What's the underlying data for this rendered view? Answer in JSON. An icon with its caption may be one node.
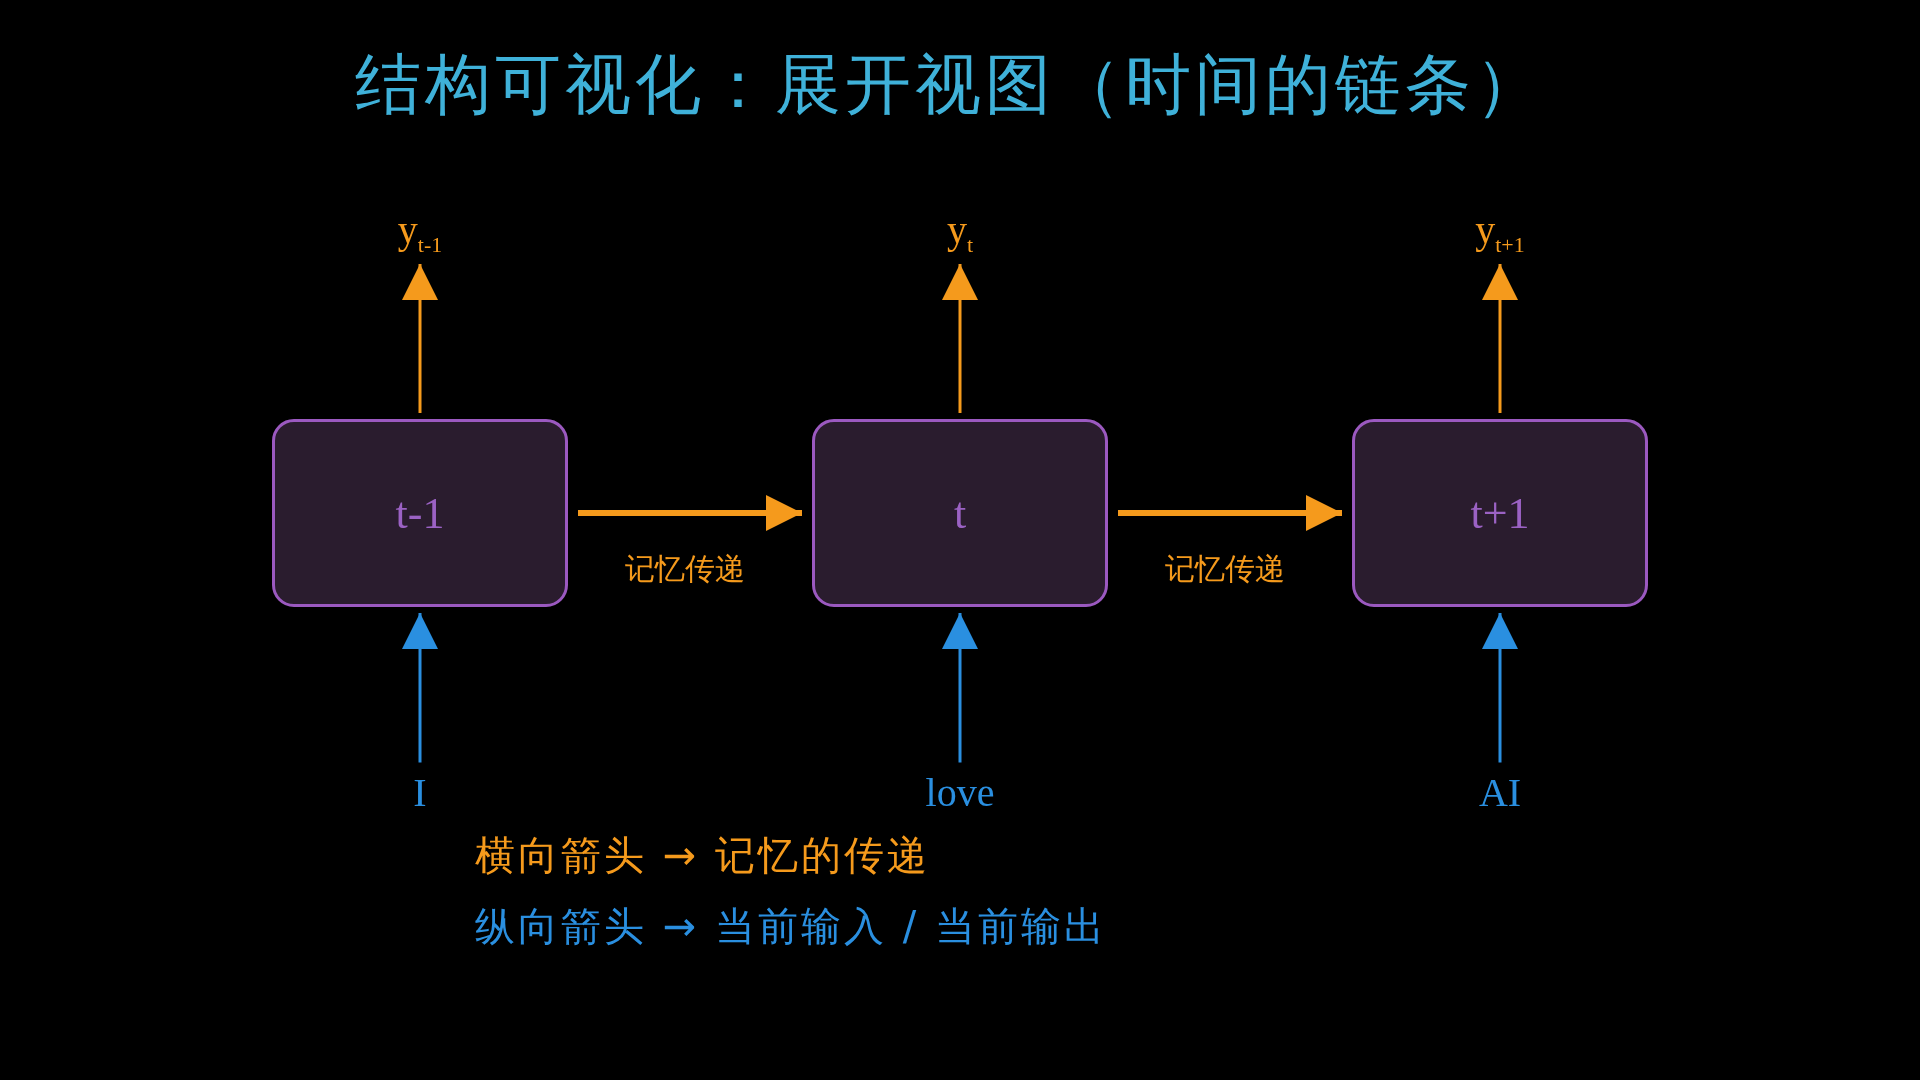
{
  "diagram": {
    "title": "结构可视化：展开视图（时间的链条）",
    "nodes": [
      {
        "text": [
          "y$_{t-1}$"
        ]
      },
      {
        "text": [
          "y$_{t}$"
        ]
      },
      {
        "text": [
          "y$_{t+1}$"
        ]
      },
      {
        "text": [
          "t-1"
        ]
      },
      {
        "text": [
          "t"
        ]
      },
      {
        "text": [
          "t+1"
        ]
      },
      {
        "text": [
          "I"
        ]
      },
      {
        "text": [
          "love"
        ]
      },
      {
        "text": [
          "AI"
        ]
      }
    ],
    "edges": [
      {
        "from": 3,
        "to": 0,
        "arrow": "to"
      },
      {
        "from": 4,
        "to": 1,
        "arrow": "to"
      },
      {
        "from": 5,
        "to": 2,
        "arrow": "to"
      },
      {
        "from": 3,
        "to": 4,
        "arrow": "to",
        "label": "记忆传递",
        "style": "thick"
      },
      {
        "from": 4,
        "to": 5,
        "arrow": "to",
        "label": "记忆传递",
        "style": "thick"
      },
      {
        "from": 6,
        "to": 3,
        "arrow": "to",
        "color": "#2a8fe0"
      },
      {
        "from": 7,
        "to": 4,
        "arrow": "to",
        "color": "#2a8fe0"
      },
      {
        "from": 8,
        "to": 5,
        "arrow": "to",
        "color": "#2a8fe0"
      }
    ],
    "labels": [
      "横向箭头 → 记忆的传递",
      "纵向箭头 → 当前输入 / 当前输出"
    ]
  }
}
